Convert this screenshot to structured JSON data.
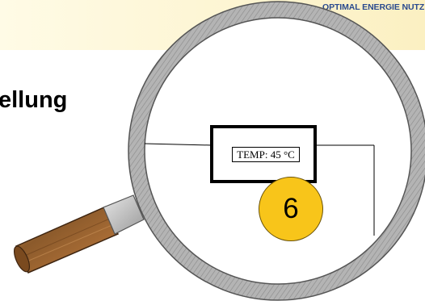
{
  "header": {
    "brand_text": "OPTIMAL ENERGIE NUTZ"
  },
  "slide": {
    "heading_fragment": "ellung"
  },
  "display": {
    "temperature_label": "TEMP: 45 °C"
  },
  "step": {
    "number": "6"
  },
  "colors": {
    "brand_text": "#2a4a8e",
    "top_band": "#fbf0c2",
    "badge_fill": "#f8c51a",
    "magnifier_rim": "#a9a9a9",
    "handle_wood": "#8b5a2b"
  }
}
